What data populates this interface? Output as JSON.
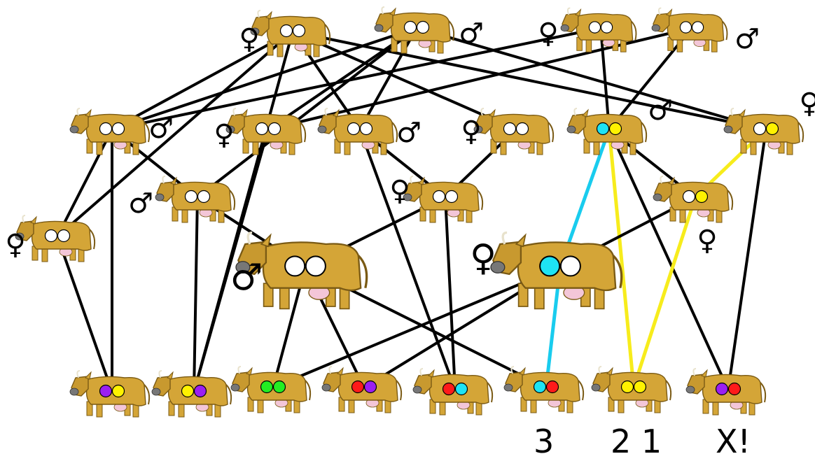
{
  "colors": {
    "cow_body": "#d4a537",
    "cow_outline": "#7a5a14",
    "cow_head": "#c8992f",
    "udder": "#f3c6d8",
    "white": "#ffffff",
    "cyan": "#1ee3f4",
    "yellow": "#fff200",
    "red": "#ff1a1a",
    "purple": "#9b1ff1",
    "green": "#22ee22",
    "edge_black": "#000000",
    "edge_cyan": "#19ccee",
    "edge_yellow": "#f7ec1c"
  },
  "sex_symbols": {
    "female": "♀",
    "male": "♂"
  },
  "cows": [
    {
      "id": "g1",
      "sex": "female",
      "alleles": [
        "white",
        "white"
      ]
    },
    {
      "id": "g2",
      "sex": "male",
      "alleles": [
        "white",
        "white"
      ]
    },
    {
      "id": "g3",
      "sex": "female",
      "alleles": [
        "white",
        "white"
      ]
    },
    {
      "id": "g4",
      "sex": "male",
      "alleles": [
        "white",
        "white"
      ]
    },
    {
      "id": "p1",
      "sex": "male",
      "alleles": [
        "white",
        "white"
      ]
    },
    {
      "id": "p2",
      "sex": "female",
      "alleles": [
        "white",
        "white"
      ]
    },
    {
      "id": "p3",
      "sex": "male",
      "alleles": [
        "white",
        "white"
      ]
    },
    {
      "id": "p4",
      "sex": "female",
      "alleles": [
        "white",
        "white"
      ]
    },
    {
      "id": "p5",
      "sex": "male",
      "alleles": [
        "cyan",
        "yellow"
      ]
    },
    {
      "id": "p6",
      "sex": "female",
      "alleles": [
        "white",
        "yellow"
      ]
    },
    {
      "id": "m1",
      "sex": "male",
      "alleles": [
        "white",
        "white"
      ]
    },
    {
      "id": "m2",
      "sex": "female",
      "alleles": [
        "white",
        "white"
      ]
    },
    {
      "id": "m3",
      "sex": "female",
      "alleles": [
        "white",
        "yellow"
      ]
    },
    {
      "id": "l1",
      "sex": "female",
      "alleles": [
        "white",
        "white"
      ]
    },
    {
      "id": "big1",
      "sex": "male",
      "alleles": [
        "white",
        "white"
      ]
    },
    {
      "id": "big2",
      "sex": "female",
      "alleles": [
        "cyan",
        "white"
      ]
    },
    {
      "id": "o1",
      "sex": "",
      "alleles": [
        "purple",
        "yellow"
      ]
    },
    {
      "id": "o2",
      "sex": "",
      "alleles": [
        "yellow",
        "purple"
      ]
    },
    {
      "id": "o3",
      "sex": "",
      "alleles": [
        "green",
        "green"
      ]
    },
    {
      "id": "o4",
      "sex": "",
      "alleles": [
        "red",
        "purple"
      ]
    },
    {
      "id": "o5",
      "sex": "",
      "alleles": [
        "red",
        "cyan"
      ]
    },
    {
      "id": "o6",
      "sex": "",
      "alleles": [
        "cyan",
        "red"
      ]
    },
    {
      "id": "o7",
      "sex": "",
      "alleles": [
        "yellow",
        "yellow"
      ]
    },
    {
      "id": "o8",
      "sex": "",
      "alleles": [
        "purple",
        "red"
      ]
    }
  ],
  "edges": [
    {
      "from": "g1",
      "to": "p1",
      "color": "edge_black"
    },
    {
      "from": "g1",
      "to": "p3",
      "color": "edge_black"
    },
    {
      "from": "g1",
      "to": "p4",
      "color": "edge_black"
    },
    {
      "from": "g1",
      "to": "p6",
      "color": "edge_black"
    },
    {
      "from": "g1",
      "to": "l1",
      "color": "edge_black"
    },
    {
      "from": "g1",
      "to": "o2",
      "color": "edge_black"
    },
    {
      "from": "g2",
      "to": "p1",
      "color": "edge_black"
    },
    {
      "from": "g2",
      "to": "p2",
      "color": "edge_black"
    },
    {
      "from": "g2",
      "to": "p3",
      "color": "edge_black"
    },
    {
      "from": "g2",
      "to": "p6",
      "color": "edge_black"
    },
    {
      "from": "g2",
      "to": "m1",
      "color": "edge_black"
    },
    {
      "from": "g3",
      "to": "p1",
      "color": "edge_black"
    },
    {
      "from": "g3",
      "to": "p5",
      "color": "edge_black"
    },
    {
      "from": "g4",
      "to": "p2",
      "color": "edge_black"
    },
    {
      "from": "g4",
      "to": "p5",
      "color": "edge_black"
    },
    {
      "from": "p1",
      "to": "o1",
      "color": "edge_black"
    },
    {
      "from": "p1",
      "to": "m1",
      "color": "edge_black"
    },
    {
      "from": "p2",
      "to": "o2",
      "color": "edge_black"
    },
    {
      "from": "p3",
      "to": "m2",
      "color": "edge_black"
    },
    {
      "from": "p3",
      "to": "o5",
      "color": "edge_black"
    },
    {
      "from": "p4",
      "to": "m2",
      "color": "edge_black"
    },
    {
      "from": "p5",
      "to": "m3",
      "color": "edge_black"
    },
    {
      "from": "p5",
      "to": "big2",
      "color": "edge_cyan"
    },
    {
      "from": "p5",
      "to": "o7",
      "color": "edge_yellow"
    },
    {
      "from": "p5",
      "to": "o8",
      "color": "edge_black"
    },
    {
      "from": "p6",
      "to": "m3",
      "color": "edge_yellow"
    },
    {
      "from": "p6",
      "to": "o8",
      "color": "edge_black"
    },
    {
      "from": "m1",
      "to": "big1",
      "color": "edge_black"
    },
    {
      "from": "m1",
      "to": "o2",
      "color": "edge_black"
    },
    {
      "from": "m2",
      "to": "big1",
      "color": "edge_black"
    },
    {
      "from": "m2",
      "to": "o5",
      "color": "edge_black"
    },
    {
      "from": "m3",
      "to": "big2",
      "color": "edge_black"
    },
    {
      "from": "m3",
      "to": "o7",
      "color": "edge_yellow"
    },
    {
      "from": "l1",
      "to": "o1",
      "color": "edge_black"
    },
    {
      "from": "l1",
      "to": "p1",
      "color": "edge_black"
    },
    {
      "from": "big1",
      "to": "o3",
      "color": "edge_black"
    },
    {
      "from": "big1",
      "to": "o4",
      "color": "edge_black"
    },
    {
      "from": "big1",
      "to": "o6",
      "color": "edge_black"
    },
    {
      "from": "big2",
      "to": "o3",
      "color": "edge_black"
    },
    {
      "from": "big2",
      "to": "o6",
      "color": "edge_cyan"
    },
    {
      "from": "big2",
      "to": "o4",
      "color": "edge_black"
    }
  ],
  "captions": {
    "c1": "3",
    "c2": "2 1",
    "c3": "X!"
  }
}
